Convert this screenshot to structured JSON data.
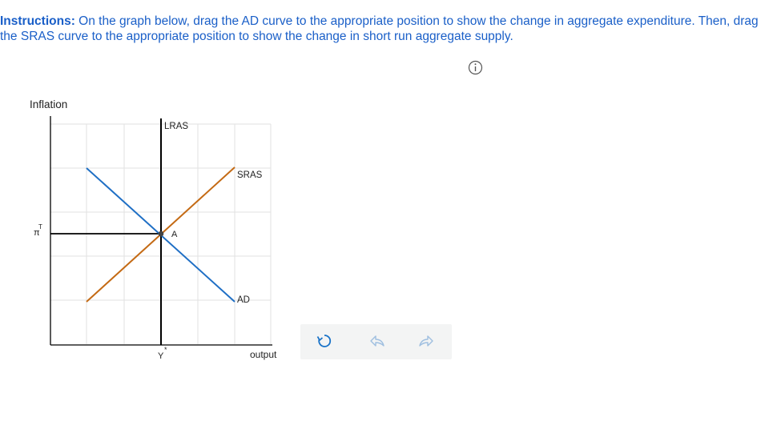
{
  "instructions": {
    "label": "Instructions:",
    "text": " On the graph below, drag the AD curve to the appropriate position to show the change in aggregate expenditure. Then, drag the SRAS curve to the appropriate position to show the change in short run aggregate supply."
  },
  "graph": {
    "y_axis_label": "Inflation",
    "x_axis_label": "output",
    "lras_label": "LRAS",
    "sras_label": "SRAS",
    "ad_label": "AD",
    "point_label": "A",
    "pi_symbol": "π",
    "pi_superscript": "T",
    "y_symbol": "Y",
    "y_superscript": "*"
  },
  "colors": {
    "instructions": "#1a5fc8",
    "ad_curve": "#1f6fc5",
    "sras_curve": "#c46a14",
    "grid": "#e2e2e2",
    "axis": "#000000"
  },
  "icons": {
    "info": "info-icon",
    "reset": "reset-icon",
    "undo": "undo-icon",
    "redo": "redo-icon"
  }
}
